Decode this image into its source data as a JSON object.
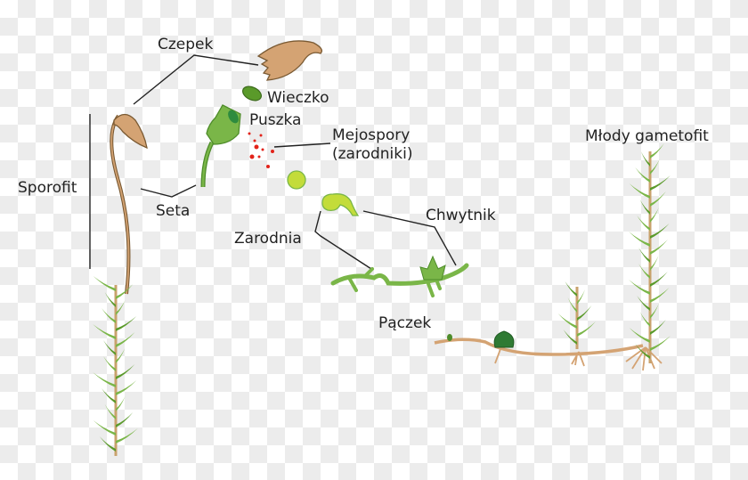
{
  "labels": {
    "czepek": "Czepek",
    "wieczko": "Wieczko",
    "puszka": "Puszka",
    "mejospory": "Mejospory",
    "zarodniki": "(zarodniki)",
    "sporofit": "Sporofit",
    "seta": "Seta",
    "zarodnia": "Zarodnia",
    "chwytnik": "Chwytnik",
    "paczek": "Pączek",
    "mlody_gametofit": "Młody gametofit"
  },
  "colors": {
    "brown": "#d4a373",
    "brown_outline": "#7a5a33",
    "leaf_green": "#7ab648",
    "dark_green": "#4e8c2a",
    "spore_green": "#c3dc3a",
    "spore_red": "#e2231a"
  }
}
